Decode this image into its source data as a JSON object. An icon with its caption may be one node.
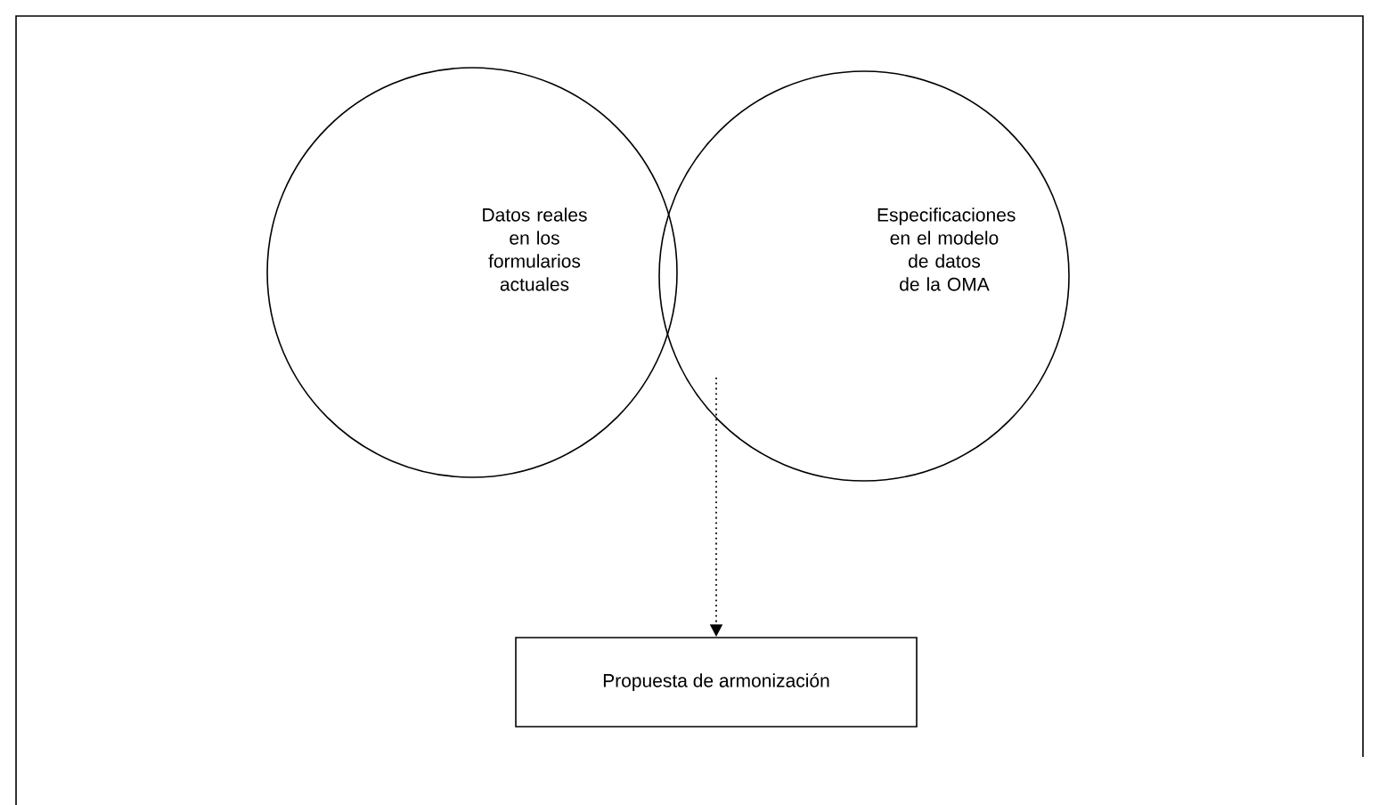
{
  "diagram": {
    "nodes": [
      {
        "text": [
          "Datos reales en los formularios actuales"
        ]
      },
      {
        "text": [
          "Especificaciones en el modelo de datos de la OMA"
        ]
      },
      {
        "text": [
          "Propuesta de armonización"
        ]
      }
    ],
    "edges": [
      {
        "from": 1,
        "to": 2,
        "arrow": "to",
        "style": "dashed"
      }
    ]
  }
}
